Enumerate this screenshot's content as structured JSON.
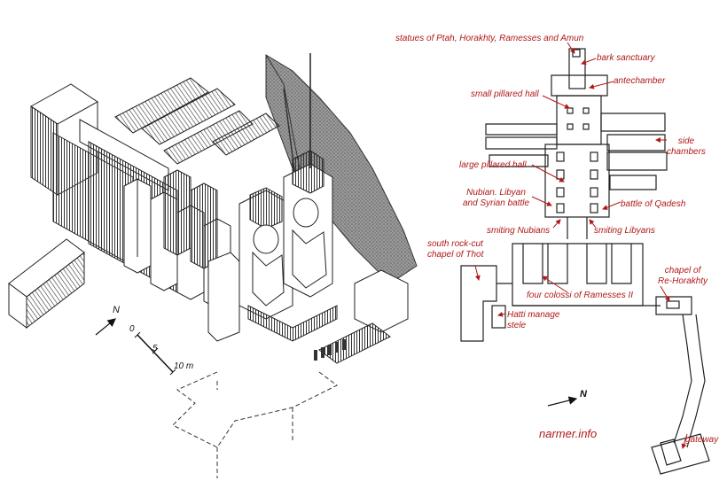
{
  "colors": {
    "label": "#b01818",
    "leader": "#b01818",
    "line": "#222222",
    "hatch": "#555555",
    "background": "#ffffff"
  },
  "iso": {
    "north": "N",
    "scale_ticks": [
      "0",
      "5",
      "10 m"
    ]
  },
  "plan": {
    "labels": {
      "statues": "statues of Ptah, Horakhty, Ramesses and Amun",
      "bark": "bark sanctuary",
      "antechamber": "antechamber",
      "small_hall": "small pillared hall",
      "side_chambers": "side\nchambers",
      "large_hall": "large pillared hall",
      "nubian_libyan": "Nubian. Libyan\nand Syrian battle",
      "qadesh": "battle of Qadesh",
      "smiting_nubians": "smiting Nubians",
      "smiting_libyans": "smiting Libyans",
      "south_chapel": "south rock-cut\nchapel of Thot",
      "four_colossi": "four colossi of Ramesses II",
      "hatti": "Hatti manage\nstele",
      "re_horakhty": "chapel of\nRe-Horakhty",
      "gateway": "gateway"
    },
    "north": "N",
    "credit": "narmer.info"
  }
}
